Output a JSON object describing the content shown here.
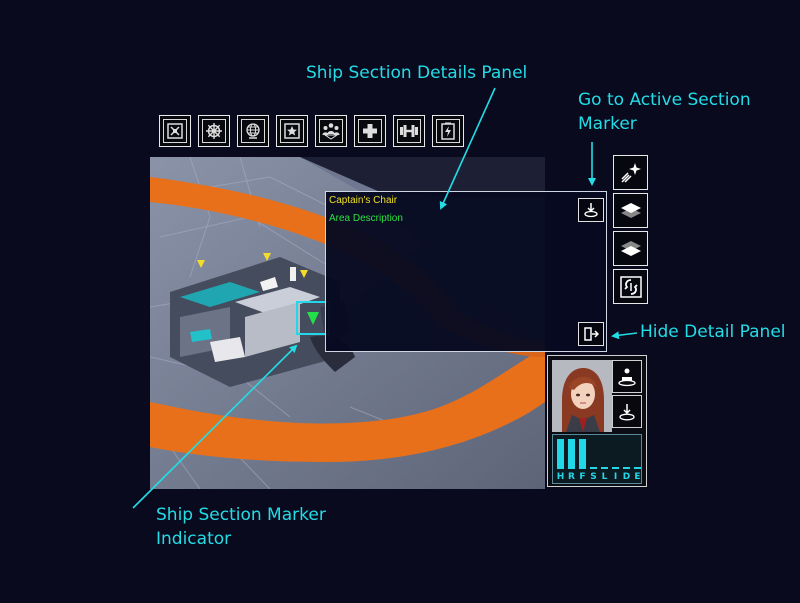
{
  "callouts": {
    "details_panel": "Ship Section Details Panel",
    "go_to_active": "Go to Active Section Marker",
    "hide_panel": "Hide Detail Panel",
    "marker_indicator": "Ship Section Marker Indicator"
  },
  "detail_panel": {
    "area_title": "Captain's Chair",
    "area_description": "Area Description"
  },
  "toolbar_icons": [
    "crosshair-icon",
    "ship-wheel-icon",
    "globe-icon",
    "star-badge-icon",
    "crew-group-icon",
    "medical-cross-icon",
    "dumbbell-icon",
    "power-icon"
  ],
  "side_buttons": [
    "warp-icon",
    "layers-up-icon",
    "layers-down-icon",
    "reset-view-icon"
  ],
  "crew_stats": {
    "letters": [
      "H",
      "R",
      "F",
      "S",
      "L",
      "I",
      "D",
      "E"
    ],
    "levels": [
      1.0,
      1.0,
      1.0,
      0.05,
      0.05,
      0.05,
      0.05,
      0.05
    ]
  },
  "colors": {
    "callout": "#23dde6",
    "area_title": "#f0e020",
    "area_desc": "#2ee040",
    "hull_orange": "#e8701a",
    "selection": "#22d8e8"
  }
}
